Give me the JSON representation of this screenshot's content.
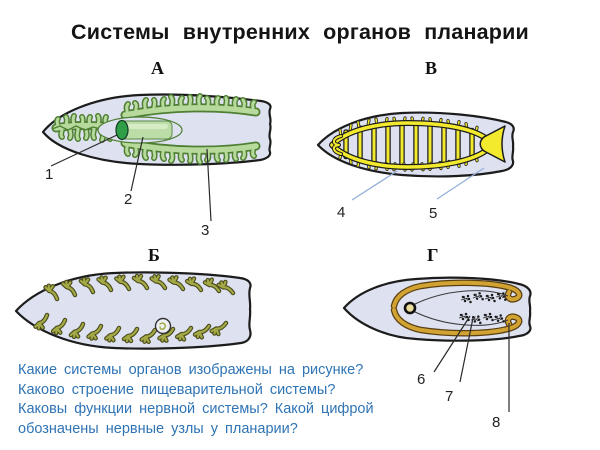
{
  "title": "Системы внутренних органов планарии",
  "panels": {
    "a": {
      "label": "А"
    },
    "b": {
      "label": "Б"
    },
    "v": {
      "label": "В"
    },
    "g": {
      "label": "Г"
    }
  },
  "callouts": {
    "c1": "1",
    "c2": "2",
    "c3": "3",
    "c4": "4",
    "c5": "5",
    "c6": "6",
    "c7": "7",
    "c8": "8"
  },
  "questions": {
    "lines": [
      "Какие системы органов изображены на рисунке?",
      "Каково строение пищеварительной системы?",
      "Каковы функции нервной системы? Какой цифрой",
      "обозначены нервные узлы у планарии?"
    ]
  },
  "colors": {
    "outline": "#1c1c1c",
    "body_fill": "#dee1f0",
    "gut_green_dark": "#4e7f33",
    "gut_green_light": "#b7da9c",
    "pharynx_green": "#2f9e46",
    "pharynx_tube": "#bcdda8",
    "nerve_yellow": "#f3ea2d",
    "excretory_dark": "#4c4c1e",
    "excretory_light": "#a3aa45",
    "gold_dark": "#584012",
    "gold": "#d2a233",
    "question_blue": "#2f74b5",
    "leader_blue": "#93afd9"
  }
}
